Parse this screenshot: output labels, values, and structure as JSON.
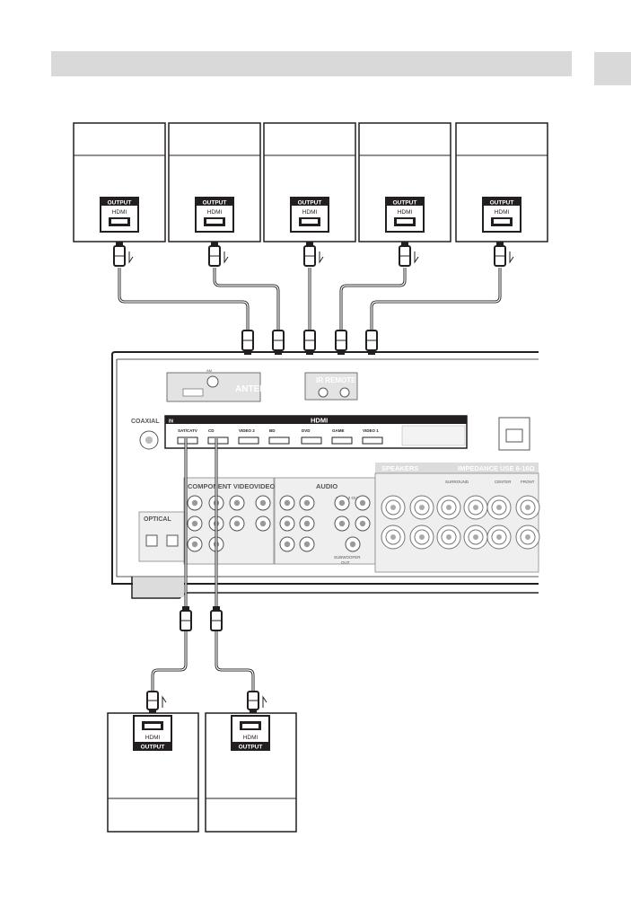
{
  "source_device": {
    "output_label": "OUTPUT",
    "port_label": "HDMI"
  },
  "receiver": {
    "antenna_label": "ANTENNA",
    "am_label": "AM",
    "ir_remote_label": "IR REMOTE",
    "coaxial_label": "COAXIAL",
    "hdmi_label": "HDMI",
    "in_label": "IN",
    "hdmi_inputs": [
      "SAT/CATV",
      "CD",
      "VIDEO 2",
      "BD",
      "DVD",
      "GAME",
      "VIDEO 1"
    ],
    "component_video_label": "COMPONENT VIDEO",
    "video_label": "VIDEO",
    "audio_label": "AUDIO",
    "optical_label": "OPTICAL",
    "speakers_label": "SPEAKERS",
    "impedance_label": "IMPEDANCE USE 6-16Ω",
    "surround_label": "SURROUND",
    "center_label": "CENTER",
    "front_label": "FRONT",
    "zone2_label": "ZONE 2 OUT",
    "subwoofer_label": "SUBWOOFER",
    "out_label": "OUT"
  },
  "colors": {
    "header_bar": "#d9d9d9",
    "line": "#231f20",
    "panel_fill": "#e8e8e8"
  }
}
